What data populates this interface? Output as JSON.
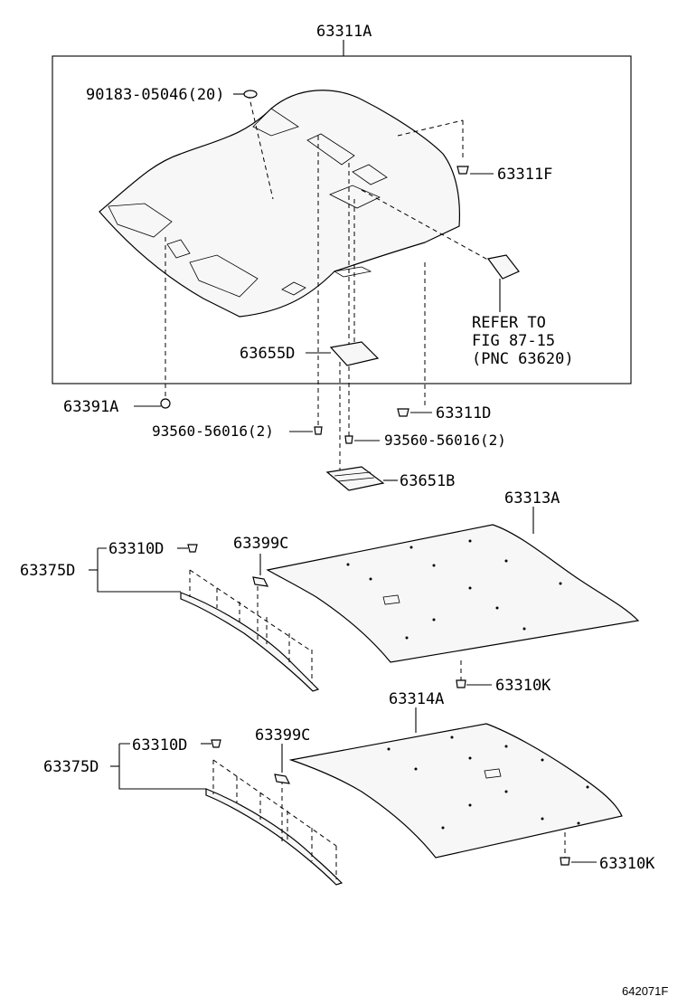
{
  "labels": {
    "headliner_assy": "63311A",
    "clip_90183": "90183-05046(20)",
    "part_63311F": "63311F",
    "refer_line1": "REFER TO",
    "refer_line2": "FIG 87-15",
    "refer_line3": "(PNC 63620)",
    "part_63655D": "63655D",
    "part_63391A": "63391A",
    "part_63311D": "63311D",
    "screw_left": "93560-56016(2)",
    "screw_right": "93560-56016(2)",
    "part_63651B": "63651B",
    "upper_63313A": "63313A",
    "upper_63310D": "63310D",
    "upper_63399C": "63399C",
    "upper_63375D": "63375D",
    "upper_63310K": "63310K",
    "lower_63314A": "63314A",
    "lower_63310D": "63310D",
    "lower_63399C": "63399C",
    "lower_63375D": "63375D",
    "lower_63310K": "63310K",
    "figure_id": "642071F"
  }
}
